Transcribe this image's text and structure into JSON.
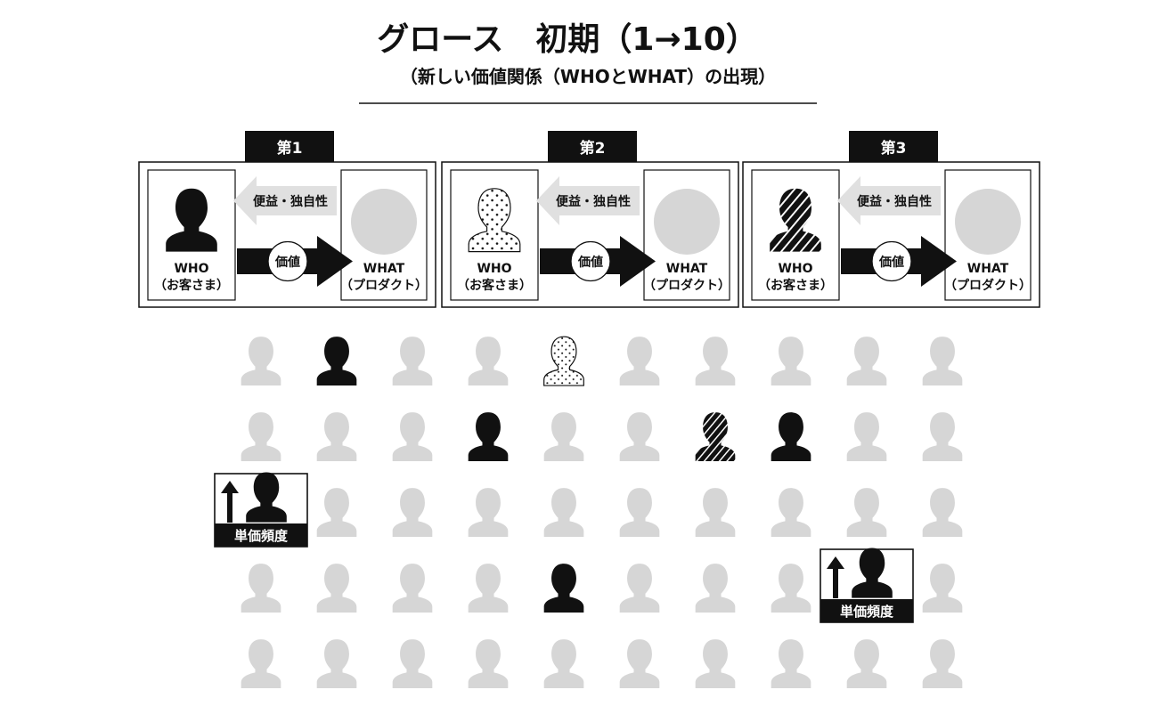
{
  "title": "グロース　初期（1→10）",
  "subtitle": "（新しい価値関係（WHOとWHAT）の出現）",
  "colors": {
    "ink": "#111111",
    "ghost": "#d6d6d6",
    "arrow_light": "#e0e0e0"
  },
  "panels": [
    {
      "tab": "第1",
      "who": "WHO",
      "who_sub": "（お客さま）",
      "what": "WHAT",
      "what_sub": "（プロダクト）",
      "benefit": "便益・独自性",
      "value": "価値",
      "person_style": "solid"
    },
    {
      "tab": "第2",
      "who": "WHO",
      "who_sub": "（お客さま）",
      "what": "WHAT",
      "what_sub": "（プロダクト）",
      "benefit": "便益・独自性",
      "value": "価値",
      "person_style": "dotted"
    },
    {
      "tab": "第3",
      "who": "WHO",
      "who_sub": "（お客さま）",
      "what": "WHAT",
      "what_sub": "（プロダクト）",
      "benefit": "便益・独自性",
      "value": "価値",
      "person_style": "hatched"
    }
  ],
  "grid": {
    "rows": 5,
    "cols": 10,
    "highlights": [
      {
        "row": 0,
        "col": 1,
        "style": "solid"
      },
      {
        "row": 0,
        "col": 4,
        "style": "dotted"
      },
      {
        "row": 1,
        "col": 3,
        "style": "solid"
      },
      {
        "row": 1,
        "col": 6,
        "style": "hatched"
      },
      {
        "row": 1,
        "col": 7,
        "style": "solid"
      },
      {
        "row": 3,
        "col": 4,
        "style": "solid"
      }
    ],
    "badges": [
      {
        "row": 2,
        "col": 0,
        "label": "単価頻度"
      },
      {
        "row": 3,
        "col": 8,
        "label": "単価頻度"
      }
    ]
  }
}
